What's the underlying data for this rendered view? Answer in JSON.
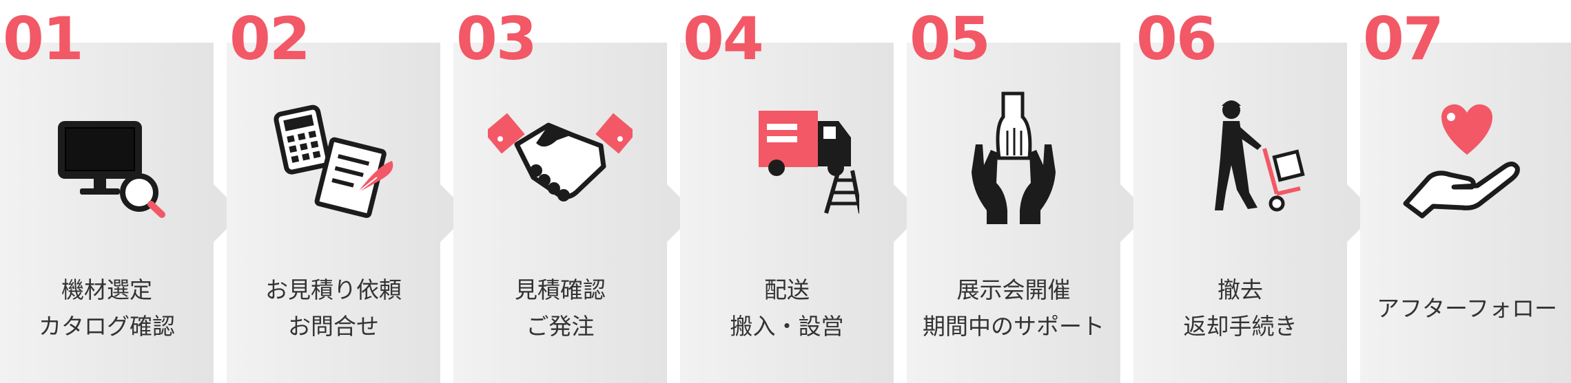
{
  "colors": {
    "accent": "#f25866",
    "panel": "#e6e6e6",
    "text": "#333333",
    "icon": "#1c1c1c"
  },
  "steps": [
    {
      "num": "01",
      "line1": "機材選定",
      "line2": "カタログ確認",
      "icon": "monitor-search-icon"
    },
    {
      "num": "02",
      "line1": "お見積り依頼",
      "line2": "お問合せ",
      "icon": "calculator-document-icon"
    },
    {
      "num": "03",
      "line1": "見積確認",
      "line2": "ご発注",
      "icon": "handshake-icon"
    },
    {
      "num": "04",
      "line1": "配送",
      "line2": "搬入・設営",
      "icon": "truck-ladder-icon"
    },
    {
      "num": "05",
      "line1": "展示会開催",
      "line2": "期間中のサポート",
      "icon": "hands-support-icon"
    },
    {
      "num": "06",
      "line1": "撤去",
      "line2": "返却手続き",
      "icon": "worker-cart-icon"
    },
    {
      "num": "07",
      "line1": "アフターフォロー",
      "icon": "heart-hand-icon"
    }
  ]
}
